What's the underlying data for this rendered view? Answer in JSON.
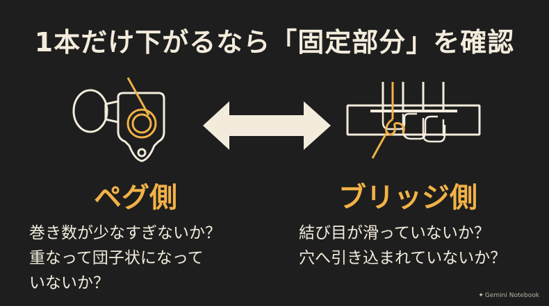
{
  "title": "1本だけ下がるなら「固定部分」を確認",
  "left": {
    "heading": "ペグ側",
    "lines": [
      "巻き数が少なすぎないか？",
      "重なって団子状になって",
      "いないか？"
    ]
  },
  "right": {
    "heading": "ブリッジ側",
    "lines": [
      "結び目が滑っていないか？",
      "穴へ引き込まれていないか？"
    ]
  },
  "watermark": "Gemini Notebook",
  "colors": {
    "background": "#1e1e1e",
    "text": "#f3ecdd",
    "accent": "#f2b247"
  }
}
